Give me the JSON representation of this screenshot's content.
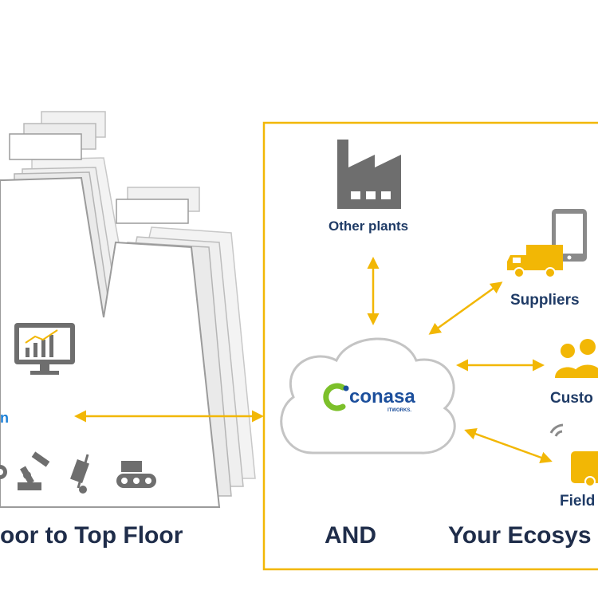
{
  "colors": {
    "accent": "#f2b705",
    "navy": "#1f3b66",
    "grey_icon": "#6e6e6e",
    "logo_green": "#7cc02a",
    "logo_blue": "#1c4f9c"
  },
  "left_panel": {
    "caption": "oor to Top Floor",
    "cut_label": "n",
    "icons": [
      "monitor-chart-icon",
      "gear-icon",
      "robot-arm-icon",
      "hand-truck-icon",
      "conveyor-icon"
    ]
  },
  "right_panel": {
    "caption_and": "AND",
    "caption_ecosystem": "Your Ecosys"
  },
  "cloud": {
    "logo_text": "conasa",
    "logo_sub": "ITWORKS."
  },
  "nodes": {
    "other_plants": "Other plants",
    "suppliers": "Suppliers",
    "customers": "Custo",
    "field": "Field"
  }
}
